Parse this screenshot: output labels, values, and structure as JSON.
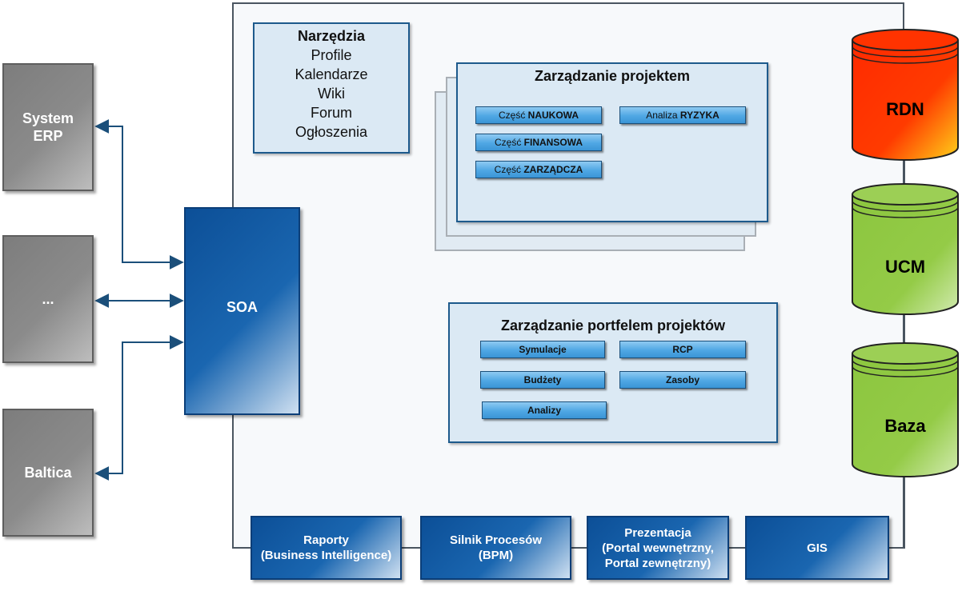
{
  "external_systems": [
    {
      "label_line1": "System",
      "label_line2": "ERP"
    },
    {
      "label_line1": "...",
      "label_line2": ""
    },
    {
      "label_line1": "Baltica",
      "label_line2": ""
    }
  ],
  "soa": {
    "label": "SOA"
  },
  "tools": {
    "title": "Narzędzia",
    "items": [
      "Profile",
      "Kalendarze",
      "Wiki",
      "Forum",
      "Ogłoszenia"
    ]
  },
  "project_management": {
    "title": "Zarządzanie projektem",
    "modules": [
      {
        "prefix": "Część",
        "name": "NAUKOWA"
      },
      {
        "prefix": "Część",
        "name": "FINANSOWA"
      },
      {
        "prefix": "Część",
        "name": "ZARZĄDCZA"
      },
      {
        "prefix": "Analiza",
        "name": "RYZYKA"
      }
    ]
  },
  "portfolio_management": {
    "title": "Zarządzanie portfelem projektów",
    "modules": [
      "Symulacje",
      "RCP",
      "Budżety",
      "Zasoby",
      "Analizy"
    ]
  },
  "databases": [
    {
      "label": "RDN",
      "color_top": "#ff2a00",
      "color_bottom": "#ffd21a"
    },
    {
      "label": "UCM",
      "color_top": "#8cc63f",
      "color_bottom": "#c8e6a0"
    },
    {
      "label": "Baza",
      "color_top": "#8cc63f",
      "color_bottom": "#c8e6a0"
    }
  ],
  "bottom_services": [
    {
      "line1": "Raporty",
      "line2": "(Business Intelligence)",
      "line3": ""
    },
    {
      "line1": "Silnik Procesów",
      "line2": "(BPM)",
      "line3": ""
    },
    {
      "line1": "Prezentacja",
      "line2": "(Portal wewnętrzny,",
      "line3": "Portal zewnętrzny)"
    },
    {
      "line1": "GIS",
      "line2": "",
      "line3": ""
    }
  ],
  "colors": {
    "blue_dark": "#0c4f97",
    "panel_border": "#1d5a8c",
    "module_blue": "#4fa7e4",
    "external_grey": "#8b8b8b",
    "connector": "#1b4f7a"
  }
}
